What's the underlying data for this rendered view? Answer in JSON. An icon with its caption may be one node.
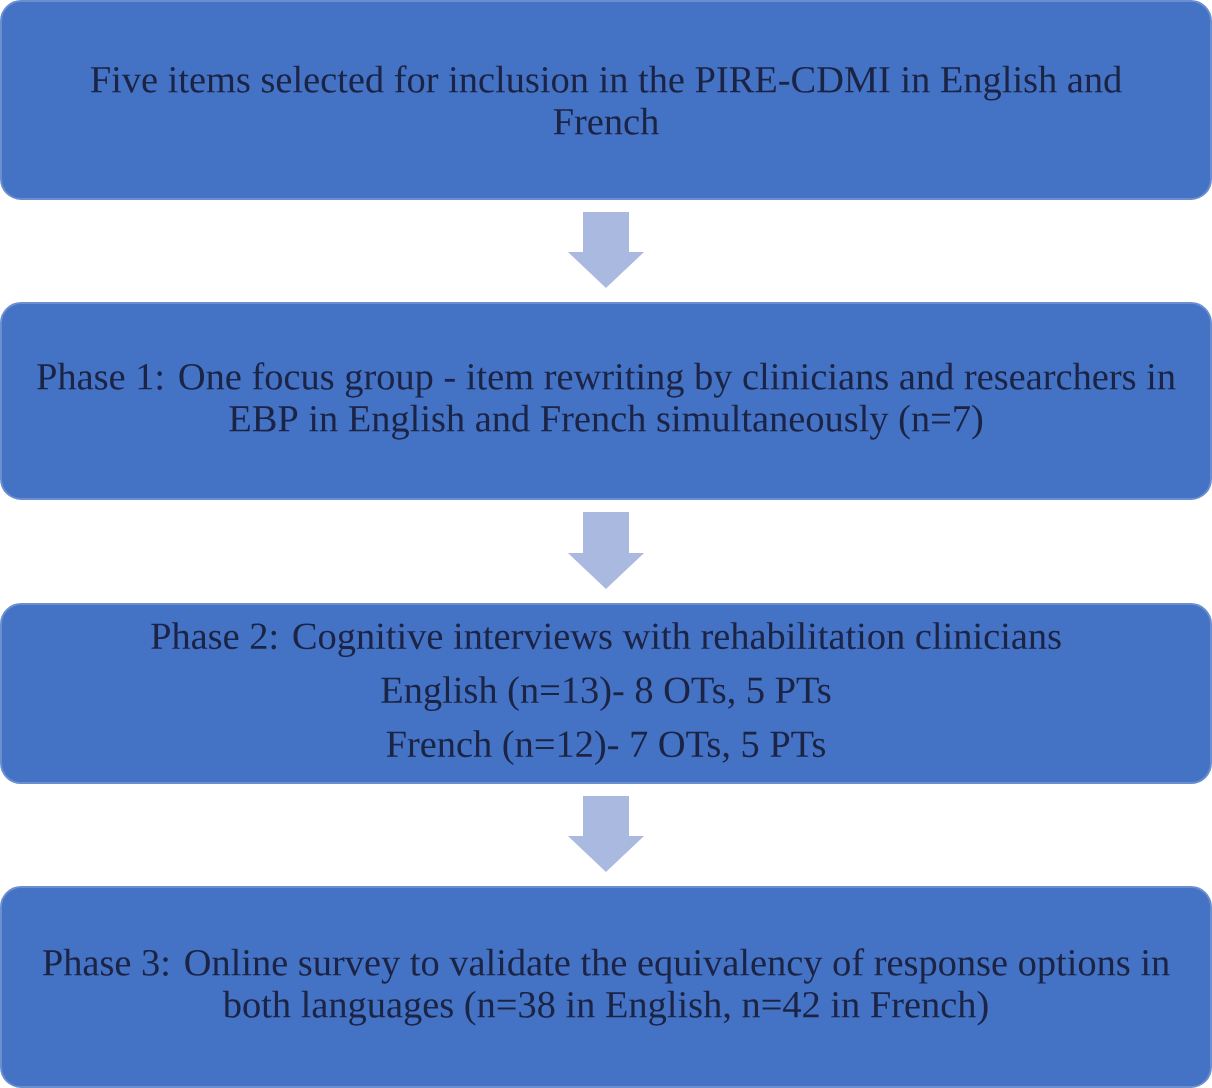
{
  "diagram": {
    "nodes": [
      {
        "text": [
          "Five items selected for inclusion in the PIRE-CDMI in English and French"
        ]
      },
      {
        "text": [
          "Phase 1: One focus group - item rewriting by clinicians and researchers in EBP in English and French simultaneously (n=7)"
        ]
      },
      {
        "text": [
          "Phase 2: Cognitive interviews with rehabilitation clinicians",
          "English (n=13)- 8 OTs, 5 PTs",
          "French (n=12)- 7 OTs, 5 PTs"
        ]
      },
      {
        "text": [
          "Phase 3: Online survey to validate the equivalency of response options in both languages (n=38 in English, n=42 in French)"
        ]
      }
    ],
    "edges": [
      {
        "from": 0,
        "to": 1,
        "arrow": "to"
      },
      {
        "from": 1,
        "to": 2,
        "arrow": "to"
      },
      {
        "from": 2,
        "to": 3,
        "arrow": "to"
      }
    ]
  }
}
